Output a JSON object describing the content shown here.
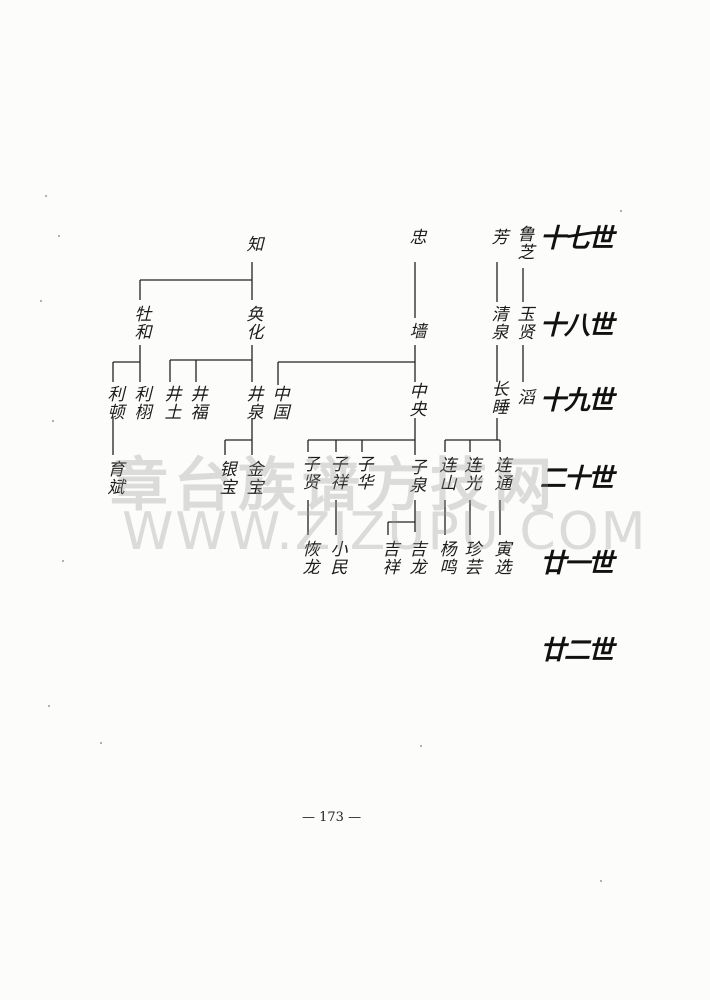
{
  "generations": {
    "g17": "十七世",
    "g18": "十八世",
    "g19": "十九世",
    "g20": "二十世",
    "g21": "廿一世",
    "g22": "廿二世"
  },
  "persons": {
    "p_chuanzhi": "鲁芝",
    "p_yuxian": "玉贤",
    "p_hang": "滔",
    "p_fang": "芳",
    "p_qingquan": "清泉",
    "p_changxi": "长睡",
    "p_yuantong": "连通",
    "p_yuanguang": "连光",
    "p_yuanshan": "连山",
    "p_anyu": "寅选",
    "p_zhuanluan": "珍芸",
    "p_yanghu": "杨鸣",
    "p_zhong": "忠",
    "p_xiang": "墙",
    "p_zhongyang": "中央",
    "p_zhongguo": "中国",
    "p_ziquan": "子泉",
    "p_zihua": "子华",
    "p_zixiang": "子祥",
    "p_zixian": "子贤",
    "p_jilong": "吉龙",
    "p_jixiang": "吉祥",
    "p_xiaomin": "小民",
    "p_shaolong": "恢龙",
    "p_zhi": "知",
    "p_yanghua": "奂化",
    "p_banhe": "牡和",
    "p_jingquan": "井泉",
    "p_jingfu": "井福",
    "p_jingshi": "井土",
    "p_lixu": "利栩",
    "p_lidun": "利顿",
    "p_jinbao": "金宝",
    "p_yinbao": "银宝",
    "p_yuzhi": "育斌"
  },
  "watermark": {
    "cn": "章台族谱方技网",
    "en": "WWW.ZIZUPU.COM"
  },
  "footer": {
    "page": "— 173 —"
  }
}
